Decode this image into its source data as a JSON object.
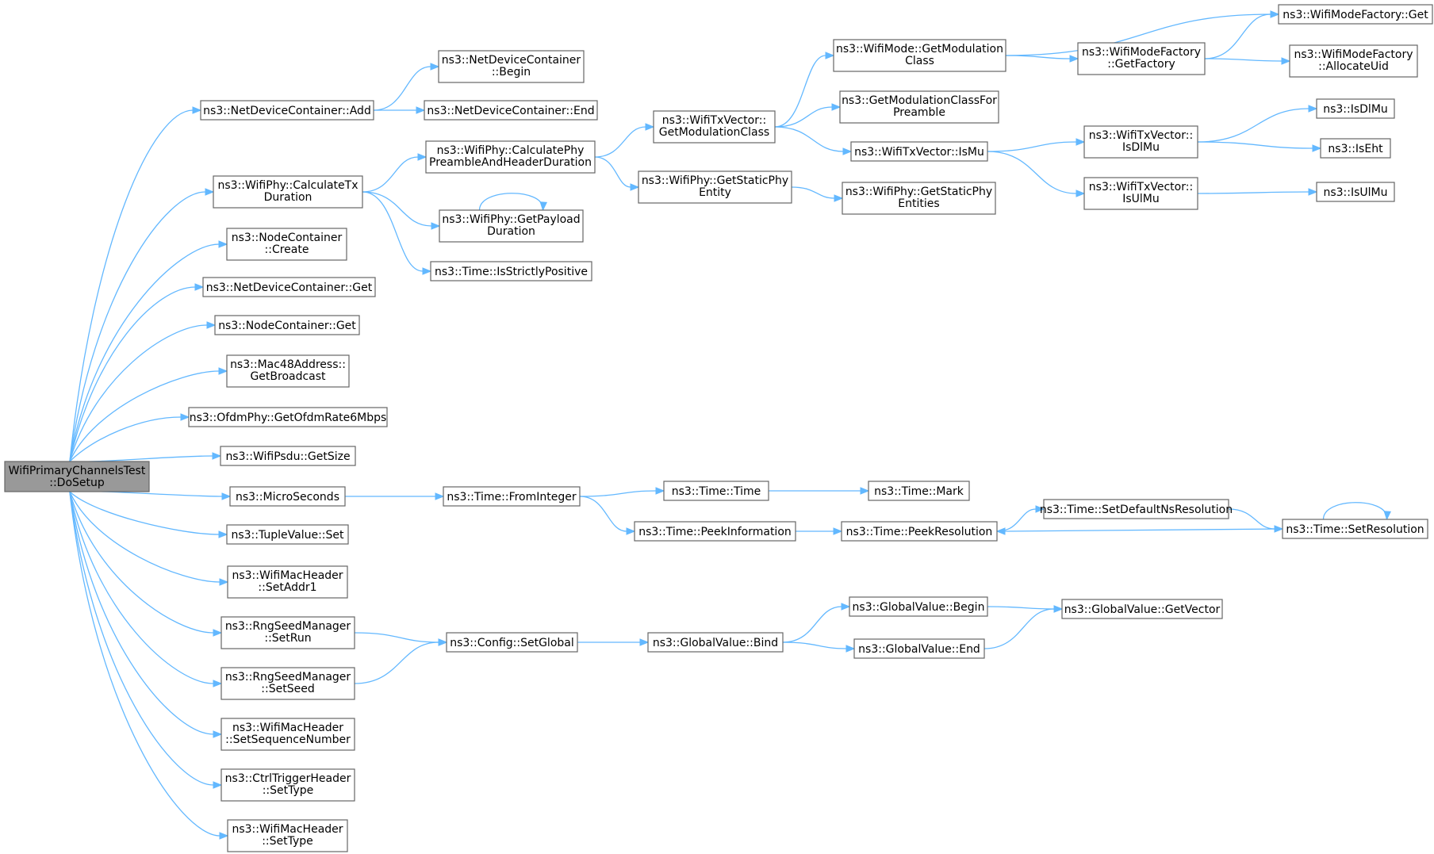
{
  "diagram": {
    "type": "call-graph",
    "colors": {
      "edge": "#63b8ff",
      "root_fill": "#999999",
      "node_fill": "#ffffff",
      "node_border": "#666666"
    },
    "nodes": [
      {
        "id": "root",
        "lines": [
          "WifiPrimaryChannelsTest",
          "::DoSetup"
        ],
        "root": true
      },
      {
        "id": "ndc_add",
        "lines": [
          "ns3::NetDeviceContainer::Add"
        ]
      },
      {
        "id": "ndc_begin",
        "lines": [
          "ns3::NetDeviceContainer",
          "::Begin"
        ]
      },
      {
        "id": "ndc_end",
        "lines": [
          "ns3::NetDeviceContainer::End"
        ]
      },
      {
        "id": "calc_tx",
        "lines": [
          "ns3::WifiPhy::CalculateTx",
          "Duration"
        ]
      },
      {
        "id": "calc_pre",
        "lines": [
          "ns3::WifiPhy::CalculatePhy",
          "PreambleAndHeaderDuration"
        ]
      },
      {
        "id": "get_payload",
        "lines": [
          "ns3::WifiPhy::GetPayload",
          "Duration"
        ]
      },
      {
        "id": "strictly_pos",
        "lines": [
          "ns3::Time::IsStrictlyPositive"
        ]
      },
      {
        "id": "txv_getmod",
        "lines": [
          "ns3::WifiTxVector::",
          "GetModulationClass"
        ]
      },
      {
        "id": "get_static_phy",
        "lines": [
          "ns3::WifiPhy::GetStaticPhy",
          "Entity"
        ]
      },
      {
        "id": "wm_getmod",
        "lines": [
          "ns3::WifiMode::GetModulation",
          "Class"
        ]
      },
      {
        "id": "getmod_pre",
        "lines": [
          "ns3::GetModulationClassFor",
          "Preamble"
        ]
      },
      {
        "id": "txv_ismu",
        "lines": [
          "ns3::WifiTxVector::IsMu"
        ]
      },
      {
        "id": "static_entities",
        "lines": [
          "ns3::WifiPhy::GetStaticPhy",
          "Entities"
        ]
      },
      {
        "id": "wmf_getfactory",
        "lines": [
          "ns3::WifiModeFactory",
          "::GetFactory"
        ]
      },
      {
        "id": "wmf_get",
        "lines": [
          "ns3::WifiModeFactory::Get"
        ]
      },
      {
        "id": "wmf_alloc",
        "lines": [
          "ns3::WifiModeFactory",
          "::AllocateUid"
        ]
      },
      {
        "id": "txv_isdlmu",
        "lines": [
          "ns3::WifiTxVector::",
          "IsDlMu"
        ]
      },
      {
        "id": "txv_isulmu",
        "lines": [
          "ns3::WifiTxVector::",
          "IsUlMu"
        ]
      },
      {
        "id": "isdlmu",
        "lines": [
          "ns3::IsDlMu"
        ]
      },
      {
        "id": "iseht",
        "lines": [
          "ns3::IsEht"
        ]
      },
      {
        "id": "isulmu",
        "lines": [
          "ns3::IsUlMu"
        ]
      },
      {
        "id": "nc_create",
        "lines": [
          "ns3::NodeContainer",
          "::Create"
        ]
      },
      {
        "id": "ndc_get",
        "lines": [
          "ns3::NetDeviceContainer::Get"
        ]
      },
      {
        "id": "nc_get",
        "lines": [
          "ns3::NodeContainer::Get"
        ]
      },
      {
        "id": "mac48",
        "lines": [
          "ns3::Mac48Address::",
          "GetBroadcast"
        ]
      },
      {
        "id": "ofdm",
        "lines": [
          "ns3::OfdmPhy::GetOfdmRate6Mbps"
        ]
      },
      {
        "id": "psdu",
        "lines": [
          "ns3::WifiPsdu::GetSize"
        ]
      },
      {
        "id": "micro",
        "lines": [
          "ns3::MicroSeconds"
        ]
      },
      {
        "id": "fromint",
        "lines": [
          "ns3::Time::FromInteger"
        ]
      },
      {
        "id": "time_time",
        "lines": [
          "ns3::Time::Time"
        ]
      },
      {
        "id": "time_mark",
        "lines": [
          "ns3::Time::Mark"
        ]
      },
      {
        "id": "peek_info",
        "lines": [
          "ns3::Time::PeekInformation"
        ]
      },
      {
        "id": "peek_res",
        "lines": [
          "ns3::Time::PeekResolution"
        ]
      },
      {
        "id": "set_default",
        "lines": [
          "ns3::Time::SetDefaultNsResolution"
        ]
      },
      {
        "id": "set_res",
        "lines": [
          "ns3::Time::SetResolution"
        ]
      },
      {
        "id": "tuple_set",
        "lines": [
          "ns3::TupleValue::Set"
        ]
      },
      {
        "id": "mac_addr1",
        "lines": [
          "ns3::WifiMacHeader",
          "::SetAddr1"
        ]
      },
      {
        "id": "rng_run",
        "lines": [
          "ns3::RngSeedManager",
          "::SetRun"
        ]
      },
      {
        "id": "rng_seed",
        "lines": [
          "ns3::RngSeedManager",
          "::SetSeed"
        ]
      },
      {
        "id": "cfg_global",
        "lines": [
          "ns3::Config::SetGlobal"
        ]
      },
      {
        "id": "gv_bind",
        "lines": [
          "ns3::GlobalValue::Bind"
        ]
      },
      {
        "id": "gv_begin",
        "lines": [
          "ns3::GlobalValue::Begin"
        ]
      },
      {
        "id": "gv_end",
        "lines": [
          "ns3::GlobalValue::End"
        ]
      },
      {
        "id": "gv_vector",
        "lines": [
          "ns3::GlobalValue::GetVector"
        ]
      },
      {
        "id": "mac_seq",
        "lines": [
          "ns3::WifiMacHeader",
          "::SetSequenceNumber"
        ]
      },
      {
        "id": "ctrl_type",
        "lines": [
          "ns3::CtrlTriggerHeader",
          "::SetType"
        ]
      },
      {
        "id": "mac_type",
        "lines": [
          "ns3::WifiMacHeader",
          "::SetType"
        ]
      }
    ],
    "edges": [
      [
        "root",
        "ndc_add"
      ],
      [
        "root",
        "calc_tx"
      ],
      [
        "root",
        "nc_create"
      ],
      [
        "root",
        "ndc_get"
      ],
      [
        "root",
        "nc_get"
      ],
      [
        "root",
        "mac48"
      ],
      [
        "root",
        "ofdm"
      ],
      [
        "root",
        "psdu"
      ],
      [
        "root",
        "micro"
      ],
      [
        "root",
        "tuple_set"
      ],
      [
        "root",
        "mac_addr1"
      ],
      [
        "root",
        "rng_run"
      ],
      [
        "root",
        "rng_seed"
      ],
      [
        "root",
        "mac_seq"
      ],
      [
        "root",
        "ctrl_type"
      ],
      [
        "root",
        "mac_type"
      ],
      [
        "ndc_add",
        "ndc_begin"
      ],
      [
        "ndc_add",
        "ndc_end"
      ],
      [
        "calc_tx",
        "calc_pre"
      ],
      [
        "calc_tx",
        "get_payload"
      ],
      [
        "calc_tx",
        "strictly_pos"
      ],
      [
        "calc_pre",
        "txv_getmod"
      ],
      [
        "calc_pre",
        "get_static_phy"
      ],
      [
        "get_payload",
        "get_payload"
      ],
      [
        "txv_getmod",
        "wm_getmod"
      ],
      [
        "txv_getmod",
        "getmod_pre"
      ],
      [
        "txv_getmod",
        "txv_ismu"
      ],
      [
        "get_static_phy",
        "static_entities"
      ],
      [
        "wm_getmod",
        "wmf_get"
      ],
      [
        "wm_getmod",
        "wmf_getfactory"
      ],
      [
        "wmf_getfactory",
        "wmf_get"
      ],
      [
        "wmf_getfactory",
        "wmf_alloc"
      ],
      [
        "txv_ismu",
        "txv_isdlmu"
      ],
      [
        "txv_ismu",
        "txv_isulmu"
      ],
      [
        "txv_isdlmu",
        "isdlmu"
      ],
      [
        "txv_isdlmu",
        "iseht"
      ],
      [
        "txv_isulmu",
        "isulmu"
      ],
      [
        "micro",
        "fromint"
      ],
      [
        "fromint",
        "time_time"
      ],
      [
        "fromint",
        "peek_info"
      ],
      [
        "time_time",
        "time_mark"
      ],
      [
        "peek_info",
        "peek_res"
      ],
      [
        "peek_res",
        "set_default"
      ],
      [
        "set_default",
        "set_res"
      ],
      [
        "set_res",
        "peek_res"
      ],
      [
        "set_res",
        "set_res"
      ],
      [
        "rng_run",
        "cfg_global"
      ],
      [
        "rng_seed",
        "cfg_global"
      ],
      [
        "cfg_global",
        "gv_bind"
      ],
      [
        "gv_bind",
        "gv_begin"
      ],
      [
        "gv_bind",
        "gv_end"
      ],
      [
        "gv_begin",
        "gv_vector"
      ],
      [
        "gv_end",
        "gv_vector"
      ]
    ]
  }
}
